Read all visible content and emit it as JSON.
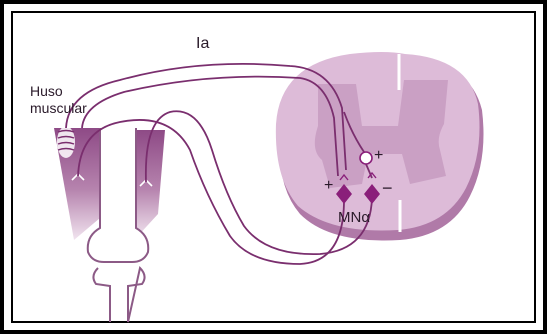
{
  "labels": {
    "nerve": "Ia",
    "spindle_line1": "Huso",
    "spindle_line2": "muscular",
    "motoneuron": "MNα",
    "sign_interneuron": "+",
    "sign_excite": "+",
    "sign_inhibit": "−"
  },
  "colors": {
    "frame": "#000000",
    "muscle_purple": "#8e4a86",
    "muscle_light": "#d9b8d4",
    "cord_fill": "#ddbbd8",
    "cord_edge": "#b07aa8",
    "grey_matter": "#caa0c4",
    "nerve_line": "#7a2e6e",
    "neuron": "#8a1f7a",
    "bone_line": "#8c5a86"
  }
}
